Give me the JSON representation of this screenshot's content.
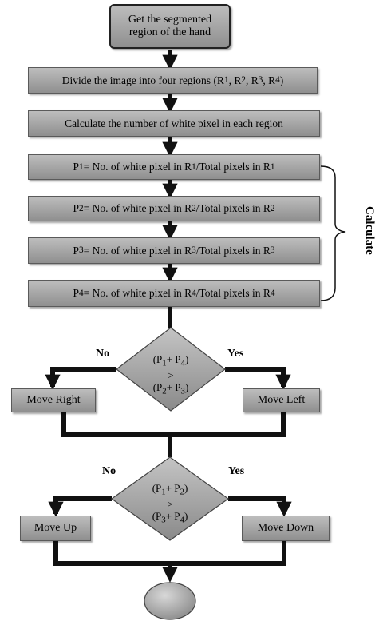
{
  "nodes": {
    "start": [
      "Get the segmented",
      "region of the hand"
    ],
    "divide": "Divide the image into four regions (R<sub>1</sub>, R<sub>2</sub>, R<sub>3</sub>, R<sub>4</sub>)",
    "count": "Calculate the number of white pixel in each region",
    "p1": "P<sub>1</sub>= No. of white pixel in R<sub>1</sub>/Total pixels in R<sub>1</sub>",
    "p2": "P<sub>2</sub>= No. of white pixel in R<sub>2</sub>/Total pixels in R<sub>2</sub>",
    "p3": "P<sub>3</sub>= No. of white pixel in R<sub>3</sub>/Total pixels in R<sub>3</sub>",
    "p4": "P<sub>4</sub>= No. of white pixel in R<sub>4</sub>/Total pixels in R<sub>4</sub>",
    "decision1": [
      "(P<sub>1</sub>+ P<sub>4</sub>)",
      "&gt;",
      "(P<sub>2</sub>+ P<sub>3</sub>)"
    ],
    "decision2": [
      "(P<sub>1</sub>+ P<sub>2</sub>)",
      "&gt;",
      "(P<sub>3</sub>+ P<sub>4</sub>)"
    ],
    "move_right": "Move Right",
    "move_left": "Move Left",
    "move_up": "Move Up",
    "move_down": "Move Down"
  },
  "labels": {
    "no1": "No",
    "yes1": "Yes",
    "no2": "No",
    "yes2": "Yes",
    "calculate": "Calculate"
  }
}
